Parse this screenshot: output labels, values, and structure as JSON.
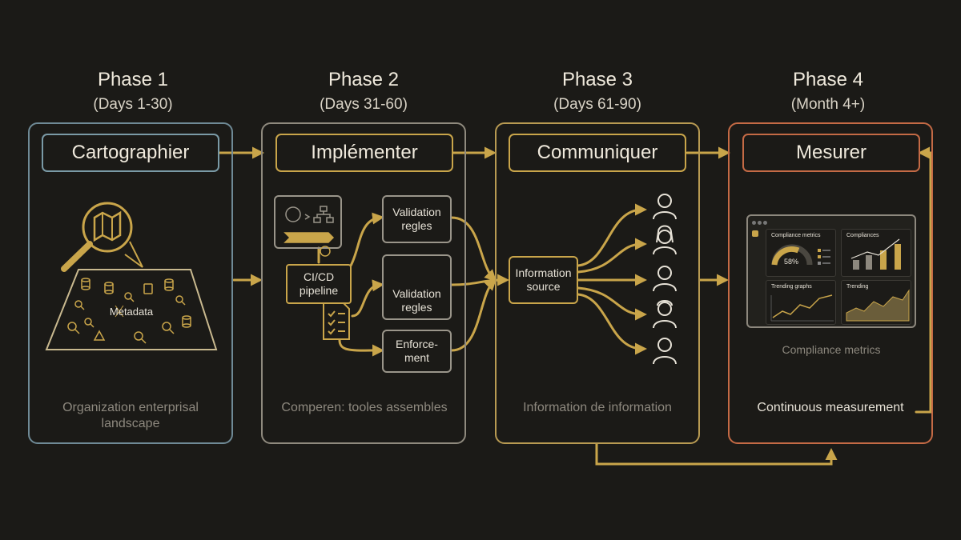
{
  "phases": [
    {
      "title": "Phase 1",
      "days": "(Days 1-30)",
      "verb": "Cartographier",
      "caption": "Organization enterprisal landscape"
    },
    {
      "title": "Phase 2",
      "days": "(Days 31-60)",
      "verb": "Implémenter",
      "caption": "Comperen: tooles assembles"
    },
    {
      "title": "Phase 3",
      "days": "(Days 61-90)",
      "verb": "Communiquer",
      "caption": "Information de information"
    },
    {
      "title": "Phase 4",
      "days": "(Month 4+)",
      "verb": "Mesurer",
      "caption": "Continuous measurement"
    }
  ],
  "phase1": {
    "metadata_label": "Metadata"
  },
  "phase2": {
    "cicd": "CI/CD pipeline",
    "validation_1": "Validation regles",
    "validation_2": "Validation regles",
    "enforcement": "Enforce-ment"
  },
  "phase3": {
    "source": "Information source"
  },
  "phase4": {
    "dashboard": {
      "card1_title": "Compliance metrics",
      "card1_value": "58%",
      "card2_title": "Compliances",
      "card3_title": "Trending graphs",
      "card4_title": "Trending"
    },
    "dashboard_caption": "Compliance metrics"
  },
  "colors": {
    "phase1": "#6f8a96",
    "phase2": "#8f8a7e",
    "phase3": "#b89a52",
    "phase4": "#c46a45",
    "verb1": "#7a9aa6",
    "verb2": "#c9a54a",
    "verb3": "#c9a54a",
    "verb4": "#c46a45",
    "arrow": "#c9a54a",
    "background": "#1b1a17"
  },
  "icons": [
    "magnifier-map-icon",
    "database-icon",
    "cicd-gears-icon",
    "checklist-icon",
    "document-check-icon",
    "person-icon",
    "dashboard-icon"
  ]
}
